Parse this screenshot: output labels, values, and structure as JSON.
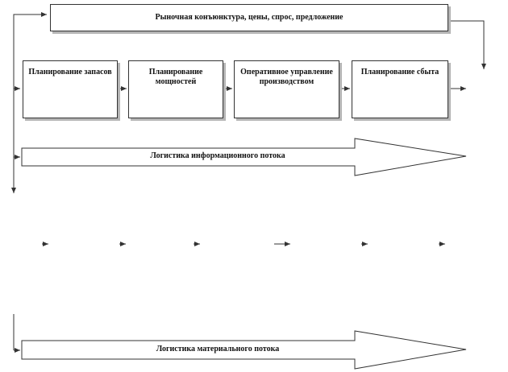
{
  "top_box": {
    "label": "Рыночная конъюнктура, цены, спрос, предложение"
  },
  "planning_boxes": [
    {
      "label": "Планирование запасов"
    },
    {
      "label": "Планирование мощностей"
    },
    {
      "label": "Оперативное управление производством"
    },
    {
      "label": "Планирование сбыта"
    }
  ],
  "flows": {
    "information": {
      "label": "Логистика информационного потока"
    },
    "material": {
      "label": "Логистика материального потока"
    }
  },
  "colors": {
    "line": "#333333",
    "shadow": "#b5b5b5",
    "fill": "#ffffff"
  }
}
